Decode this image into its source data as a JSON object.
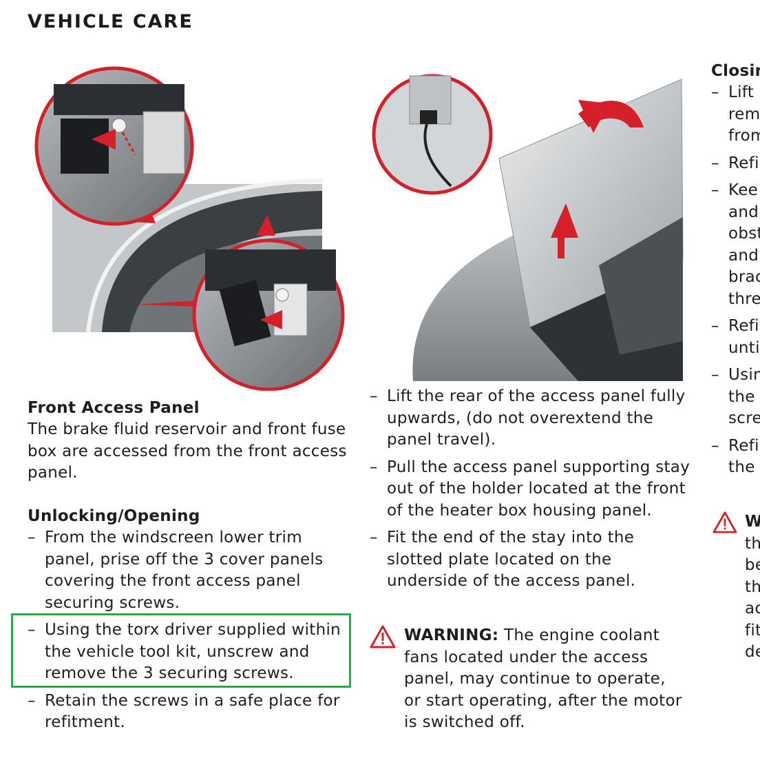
{
  "header": {
    "title": "VEHICLE CARE"
  },
  "col1": {
    "front_access_title": "Front Access Panel",
    "front_access_body": "The brake fluid reservoir and front fuse box are accessed from the front access panel.",
    "unlocking_title": "Unlocking/Opening",
    "steps": [
      "From the windscreen lower trim panel, prise off the 3 cover panels covering the front access panel securing screws.",
      "Using the torx driver supplied within the vehicle tool kit, unscrew and remove the 3 securing screws.",
      "Retain the screws in a safe place for refitment."
    ]
  },
  "col2": {
    "steps": [
      "Lift the rear of the access panel fully upwards, (do not overextend the panel travel).",
      "Pull the access panel supporting stay out of the holder located at the front of the heater box housing panel.",
      "Fit the end of the stay into the slotted plate located on the underside of the access panel."
    ],
    "warning_label": "WARNING:",
    "warning_text": " The engine coolant fans located under the access panel, may continue to operate, or start operating, after the motor is switched off."
  },
  "col3": {
    "title": "Closin",
    "lines": [
      [
        "Lift",
        "rem",
        "from"
      ],
      [
        "Refi"
      ],
      [
        "Kee",
        "and",
        "obst",
        "and",
        "brac",
        "thre"
      ],
      [
        "Refi",
        "unti"
      ],
      [
        "Usin",
        "the",
        "scre"
      ],
      [
        "Refi",
        "the"
      ]
    ],
    "warning_lines": [
      "W",
      "th",
      "be",
      "th",
      "ac",
      "fit",
      "de"
    ]
  },
  "colors": {
    "accent_red": "#d5202a",
    "highlight_green": "#2aa84a"
  }
}
